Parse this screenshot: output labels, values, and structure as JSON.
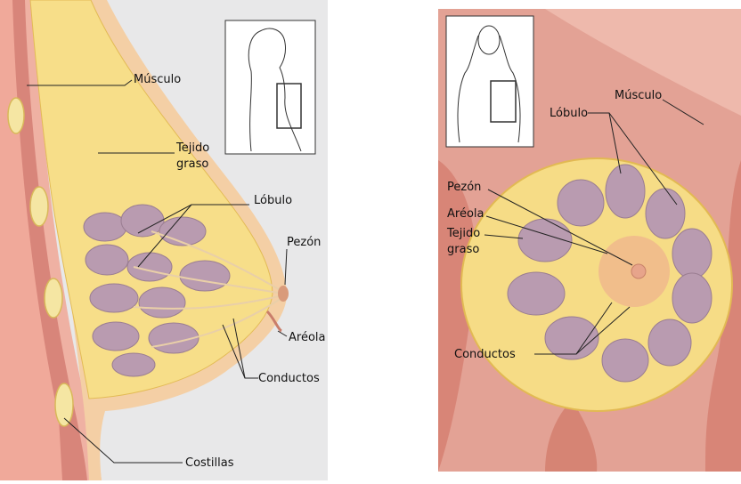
{
  "left_diagram": {
    "labels": {
      "musculo": "Músculo",
      "tejido_line1": "Tejido",
      "tejido_line2": "graso",
      "lobulo": "Lóbulo",
      "pezon": "Pezón",
      "areola": "Aréola",
      "conductos": "Conductos",
      "costillas": "Costillas"
    },
    "inset_icon": "side-profile-silhouette-icon"
  },
  "right_diagram": {
    "labels": {
      "musculo": "Músculo",
      "lobulo": "Lóbulo",
      "pezon": "Pezón",
      "areola": "Aréola",
      "tejido_line1": "Tejido",
      "tejido_line2": "graso",
      "conductos": "Conductos"
    },
    "inset_icon": "front-silhouette-icon"
  },
  "colors": {
    "background": "#e9e9ea",
    "muscle": "#d9857a",
    "muscle_light": "#f2b3a5",
    "fat": "#f6dd8a",
    "fat_dark": "#e8c25a",
    "lobule": "#b89aae",
    "skin": "#f3cfa4",
    "rib": "#f4e4a0"
  }
}
